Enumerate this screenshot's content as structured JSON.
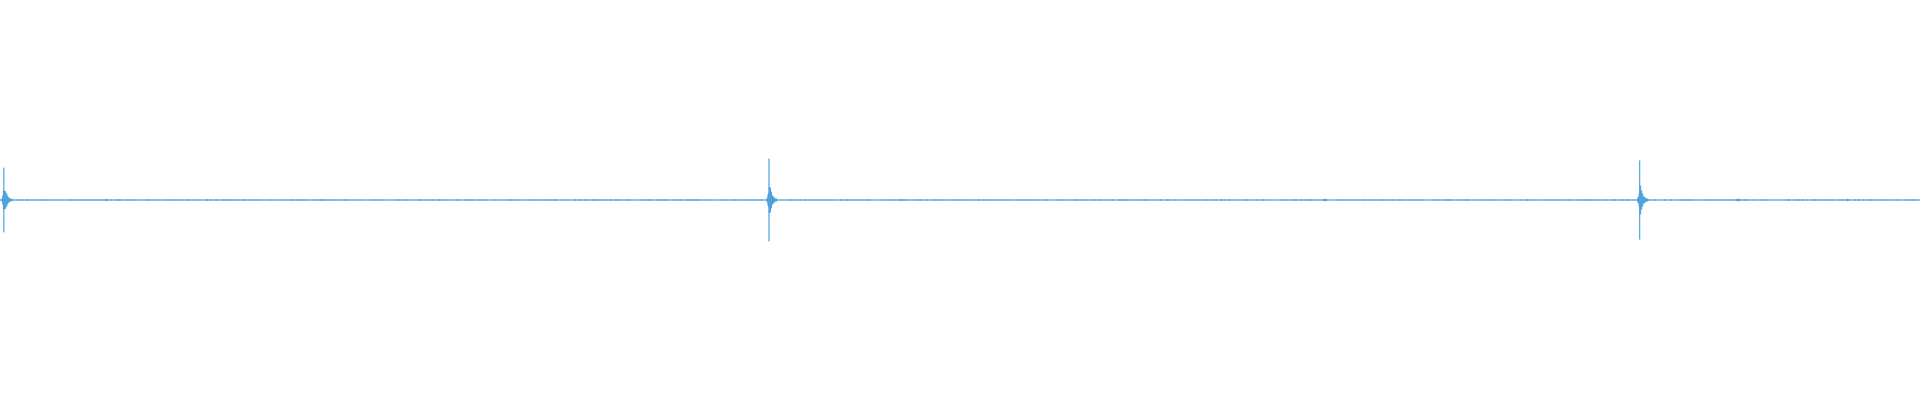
{
  "waveform": {
    "color": "#4ea3dc",
    "duration": 1.0,
    "peak_amplitude": 1.0,
    "noise_amplitude": 0.02,
    "transients": [
      {
        "position": 0.002,
        "amplitude": 0.72
      },
      {
        "position": 0.4005,
        "amplitude": 0.92
      },
      {
        "position": 0.854,
        "amplitude": 0.88
      }
    ],
    "small_blips": [
      {
        "position": 0.055,
        "amplitude": 0.03
      },
      {
        "position": 0.69,
        "amplitude": 0.035
      },
      {
        "position": 0.905,
        "amplitude": 0.04
      },
      {
        "position": 0.962,
        "amplitude": 0.03
      }
    ]
  }
}
